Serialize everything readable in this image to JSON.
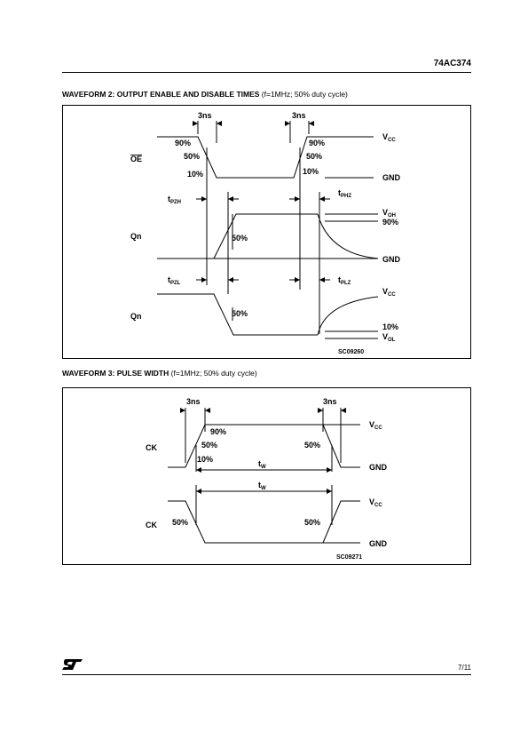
{
  "header": {
    "part_number": "74AC374"
  },
  "waveform2": {
    "title": "WAVEFORM 2: OUTPUT ENABLE AND DISABLE TIMES",
    "conditions": "(f=1MHz; 50% duty cycle)",
    "rise_time": "3ns",
    "fall_time": "3ns",
    "level_90": "90%",
    "level_50": "50%",
    "level_10": "10%",
    "signal_oe": "OE",
    "signal_qn": "Qn",
    "vcc_v": "V",
    "vcc_sub": "CC",
    "gnd": "GND",
    "voh_v": "V",
    "voh_sub": "OH",
    "vol_v": "V",
    "vol_sub": "OL",
    "t_pzh_t": "t",
    "t_pzh_sub": "PZH",
    "t_phz_t": "t",
    "t_phz_sub": "PHZ",
    "t_pzl_t": "t",
    "t_pzl_sub": "PZL",
    "t_plz_t": "t",
    "t_plz_sub": "PLZ",
    "code": "SC09260"
  },
  "waveform3": {
    "title": "WAVEFORM 3: PULSE WIDTH",
    "conditions": "(f=1MHz; 50% duty cycle)",
    "rise_time": "3ns",
    "fall_time": "3ns",
    "level_90": "90%",
    "level_50": "50%",
    "level_10": "10%",
    "signal_ck": "CK",
    "vcc_v": "V",
    "vcc_sub": "CC",
    "gnd": "GND",
    "tw_t": "t",
    "tw_sub": "W",
    "code": "SC09271"
  },
  "footer": {
    "page": "7/11",
    "logo_icon": "st-logo-icon"
  }
}
